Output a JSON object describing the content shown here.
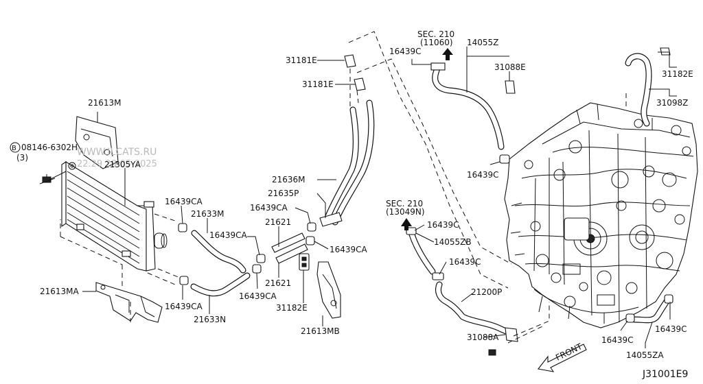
{
  "labels": {
    "l21613m": "21613M",
    "l08146": "08146-6302H",
    "l08146_qty": "(3)",
    "l21305": "21305YA",
    "l16439ca_1": "16439CA",
    "l21633m": "21633M",
    "l16439ca_2": "16439CA",
    "l16439ca_3": "16439CA",
    "l16439ca_4": "16439CA",
    "l16439ca_5": "16439CA",
    "l16439ca_6": "16439CA",
    "l21633n": "21633N",
    "l21613ma": "21613MA",
    "l31181e_1": "31181E",
    "l31181e_2": "31181E",
    "l21636m": "21636M",
    "l21635p": "21635P",
    "l21621_1": "21621",
    "l21621_2": "21621",
    "l31182e_1": "31182E",
    "l21613mb": "21613MB",
    "sec210_top": "SEC. 210",
    "sec210_top_code": "(11060)",
    "l16439c_1": "16439C",
    "l14055z": "14055Z",
    "l31088e": "31088E",
    "l16439c_2": "16439C",
    "l31182e_2": "31182E",
    "l31098z": "31098Z",
    "sec210_mid": "SEC. 210",
    "sec210_mid_code": "(13049N)",
    "l16439c_3": "16439C",
    "l14055zb": "14055ZB",
    "l16439c_4": "16439C",
    "l21200p": "21200P",
    "l31088a": "31088A",
    "l16439c_5": "16439C",
    "l16439c_6": "16439C",
    "l14055za": "14055ZA",
    "front": "FRONT",
    "diagram_code": "J31001E9",
    "bolt_symbol": "B"
  },
  "watermark": {
    "site": "WWW.ILCATS.RU",
    "date": "22.29 28-05-2025"
  }
}
